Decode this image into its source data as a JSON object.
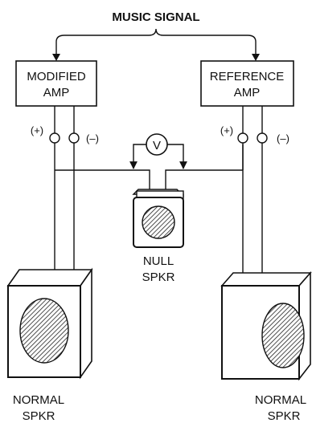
{
  "diagram": {
    "title": "MUSIC SIGNAL",
    "modified_amp": {
      "line1": "MODIFIED",
      "line2": "AMP"
    },
    "reference_amp": {
      "line1": "REFERENCE",
      "line2": "AMP"
    },
    "terminals": {
      "left_plus": "(+)",
      "left_minus": "(–)",
      "right_plus": "(+)",
      "right_minus": "(–)"
    },
    "voltmeter": "V",
    "null_speaker": {
      "line1": "NULL",
      "line2": "SPKR"
    },
    "left_speaker": {
      "line1": "NORMAL",
      "line2": "SPKR"
    },
    "right_speaker": {
      "line1": "NORMAL",
      "line2": "SPKR"
    }
  }
}
